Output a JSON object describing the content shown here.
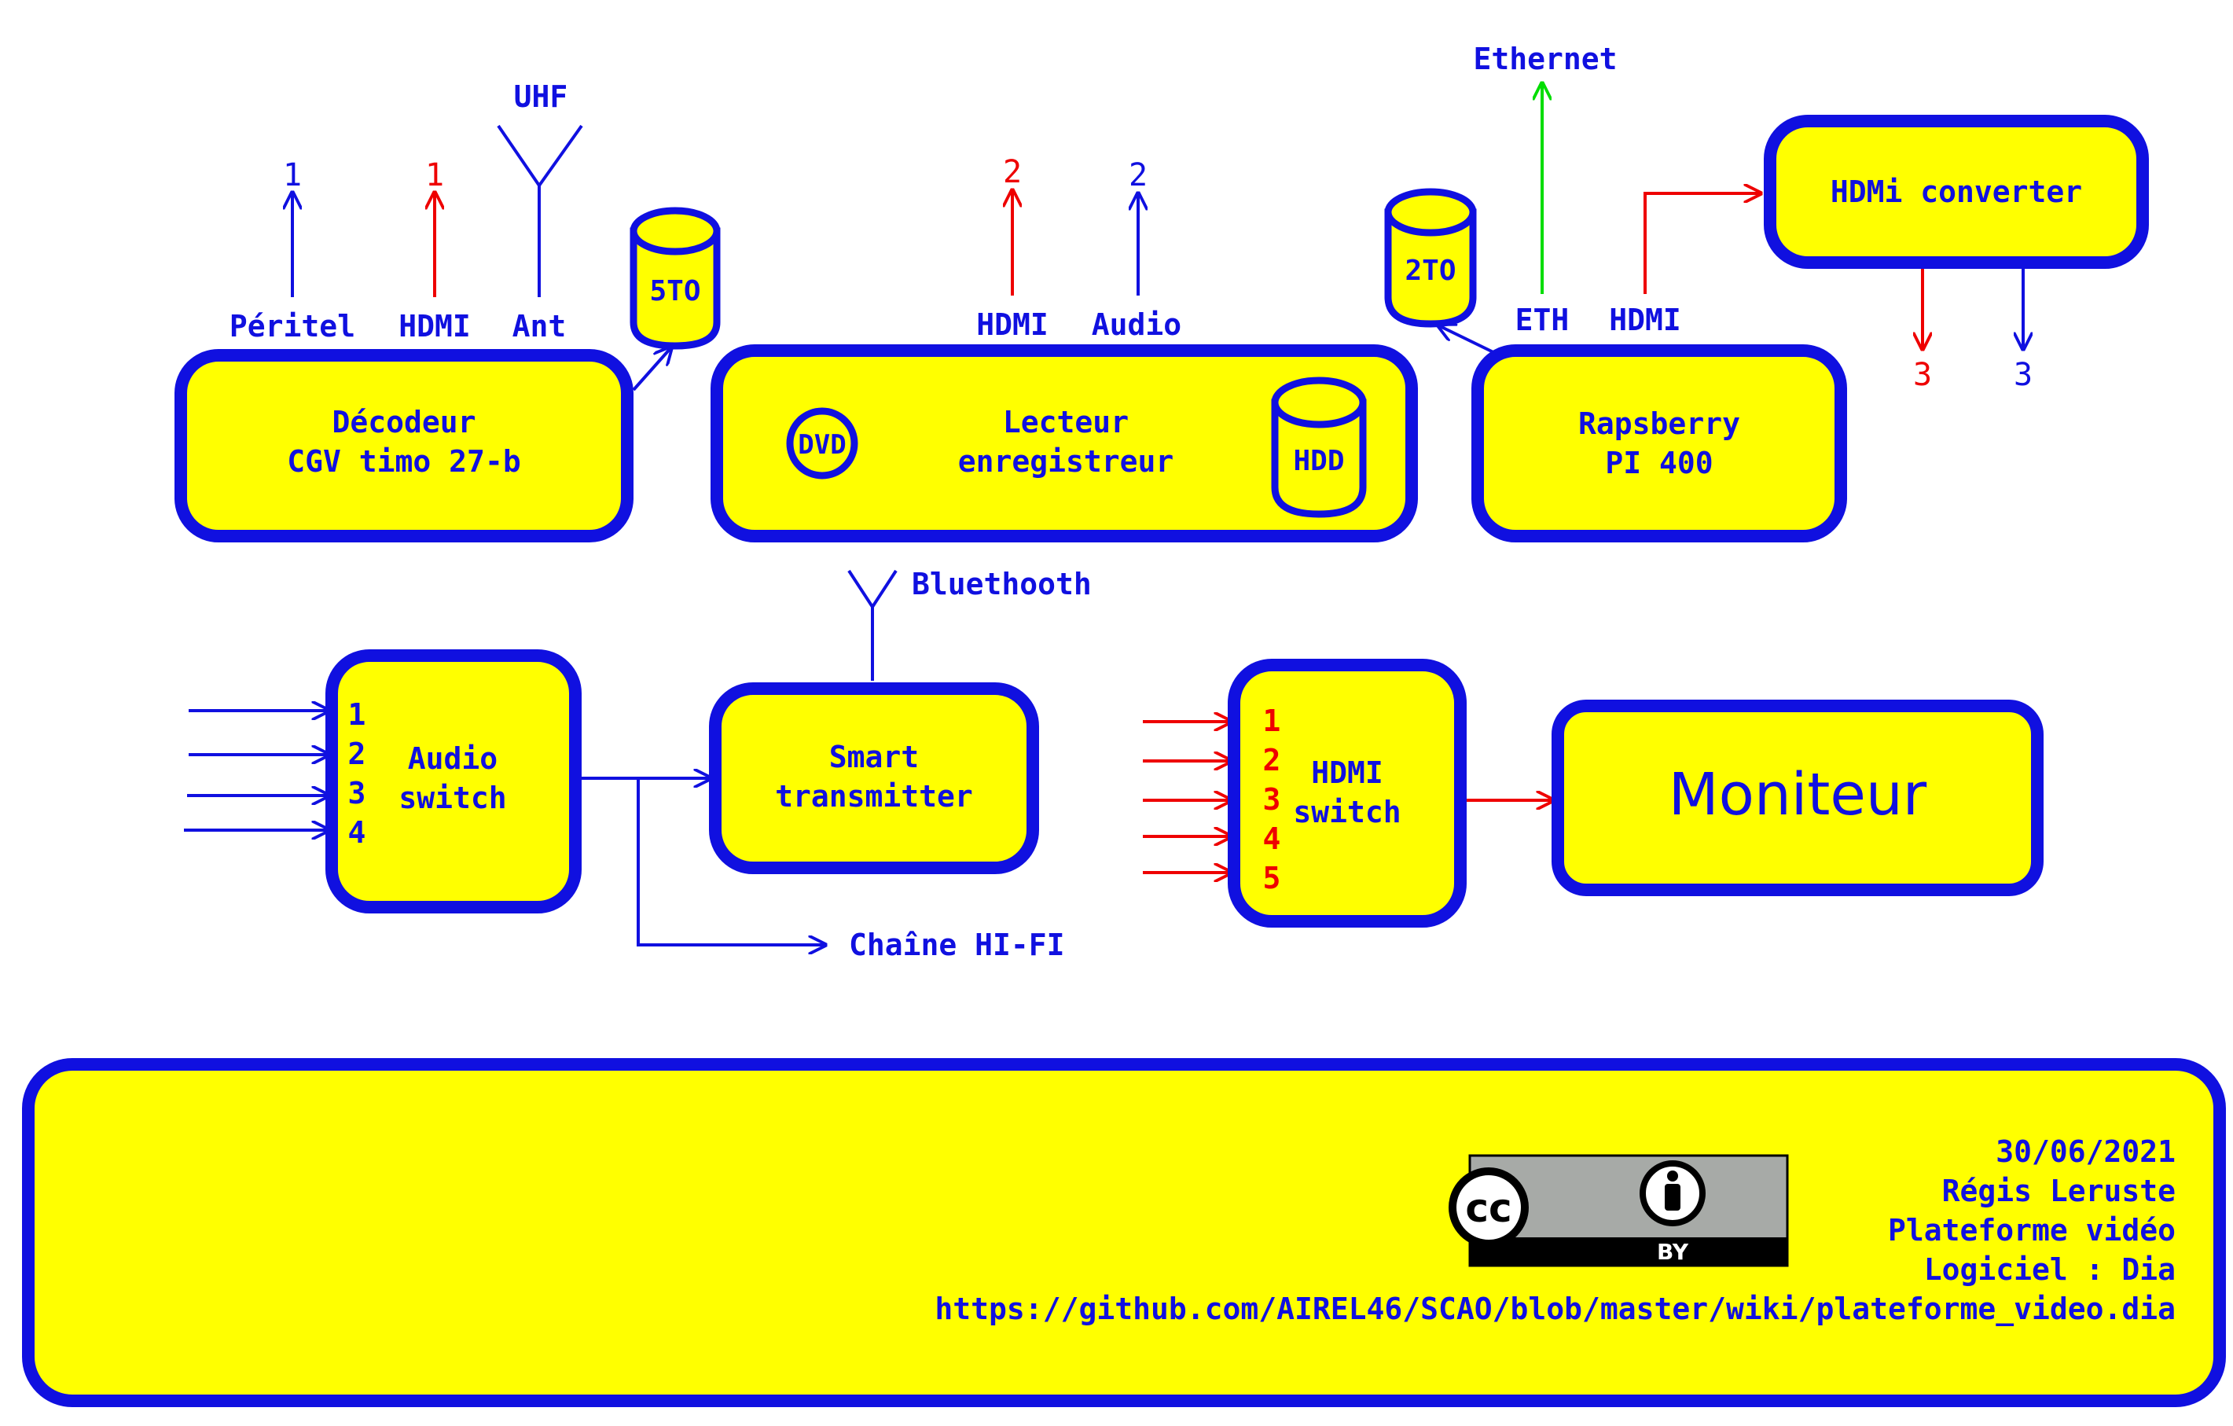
{
  "colors": {
    "blue": "#1010e0",
    "red": "#ee0000",
    "green": "#00dd00",
    "fill": "#ffff00"
  },
  "decoder": {
    "line1": "Décodeur",
    "line2": "CGV timo 27-b",
    "disk": "5TO",
    "ports": {
      "peritel": "Péritel",
      "hdmi": "HDMI",
      "ant": "Ant"
    },
    "out_peritel": "1",
    "out_hdmi": "1",
    "uhf": "UHF"
  },
  "recorder": {
    "line1": "Lecteur",
    "line2": "enregistreur",
    "dvd": "DVD",
    "hdd": "HDD",
    "ports": {
      "hdmi": "HDMI",
      "audio": "Audio"
    },
    "out_hdmi": "2",
    "out_audio": "2"
  },
  "raspberry": {
    "line1": "Rapsberry",
    "line2": "PI 400",
    "disk": "2TO",
    "ports": {
      "eth": "ETH",
      "hdmi": "HDMI"
    },
    "ethernet": "Ethernet"
  },
  "hdmi_converter": {
    "label": "HDMi converter",
    "out_red": "3",
    "out_blue": "3"
  },
  "bluetooth": "Bluethooth",
  "audio_switch": {
    "line1": "Audio",
    "line2": "switch",
    "inputs": [
      "1",
      "2",
      "3",
      "4"
    ]
  },
  "smart_tx": {
    "line1": "Smart",
    "line2": "transmitter"
  },
  "hifi": "Chaîne HI-FI",
  "hdmi_switch": {
    "line1": "HDMI",
    "line2": "switch",
    "inputs": [
      "1",
      "2",
      "3",
      "4",
      "5"
    ]
  },
  "monitor": "Moniteur",
  "footer": {
    "date": "30/06/2021",
    "author": "Régis Leruste",
    "title": "Plateforme vidéo",
    "software": "Logiciel : Dia",
    "url": "https://github.com/AIREL46/SCAO/blob/master/wiki/plateforme_video.dia",
    "license": {
      "cc": "cc",
      "by": "BY"
    }
  }
}
